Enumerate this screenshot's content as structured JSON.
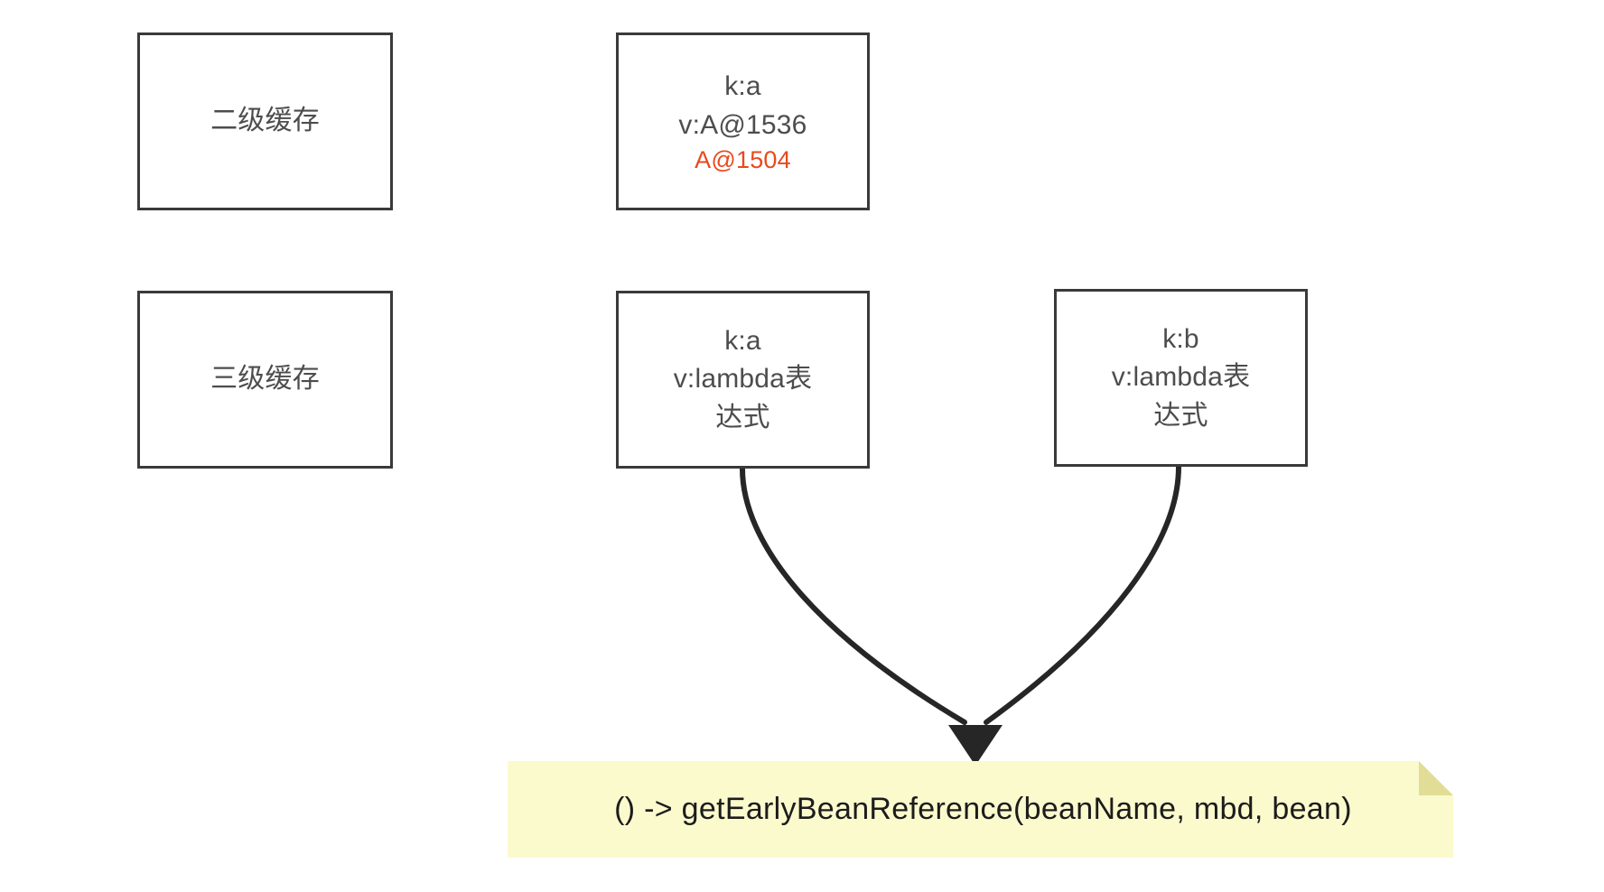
{
  "diagram": {
    "title": "Spring singleton cache diagram",
    "colors": {
      "box_border": "#3a3a3a",
      "box_text": "#4d4d4d",
      "highlight_text": "#e8491d",
      "note_fill": "#fbfacd",
      "note_fold": "#e2dd96",
      "connector": "#262626",
      "background": "#ffffff"
    },
    "boxes": [
      {
        "id": "l2-cache",
        "label": "二级缓存",
        "lines": [
          "二级缓存"
        ]
      },
      {
        "id": "l2-entry-a",
        "lines": [
          "k:a",
          "v:A@1536"
        ],
        "highlight_line": "A@1504"
      },
      {
        "id": "l3-cache",
        "label": "三级缓存",
        "lines": [
          "三级缓存"
        ]
      },
      {
        "id": "l3-entry-a",
        "lines": [
          "k:a",
          "v:lambda表",
          "达式"
        ]
      },
      {
        "id": "l3-entry-b",
        "lines": [
          "k:b",
          "v:lambda表",
          "达式"
        ]
      }
    ],
    "note": {
      "text": "() -> getEarlyBeanReference(beanName, mbd, bean)"
    },
    "connectors": [
      {
        "id": "connector-from-l3-entry-a",
        "from": "l3-entry-a",
        "to": "note",
        "arrowhead": "filled-triangle"
      },
      {
        "id": "connector-from-l3-entry-b",
        "from": "l3-entry-b",
        "to": "note",
        "arrowhead": "filled-triangle"
      }
    ]
  }
}
